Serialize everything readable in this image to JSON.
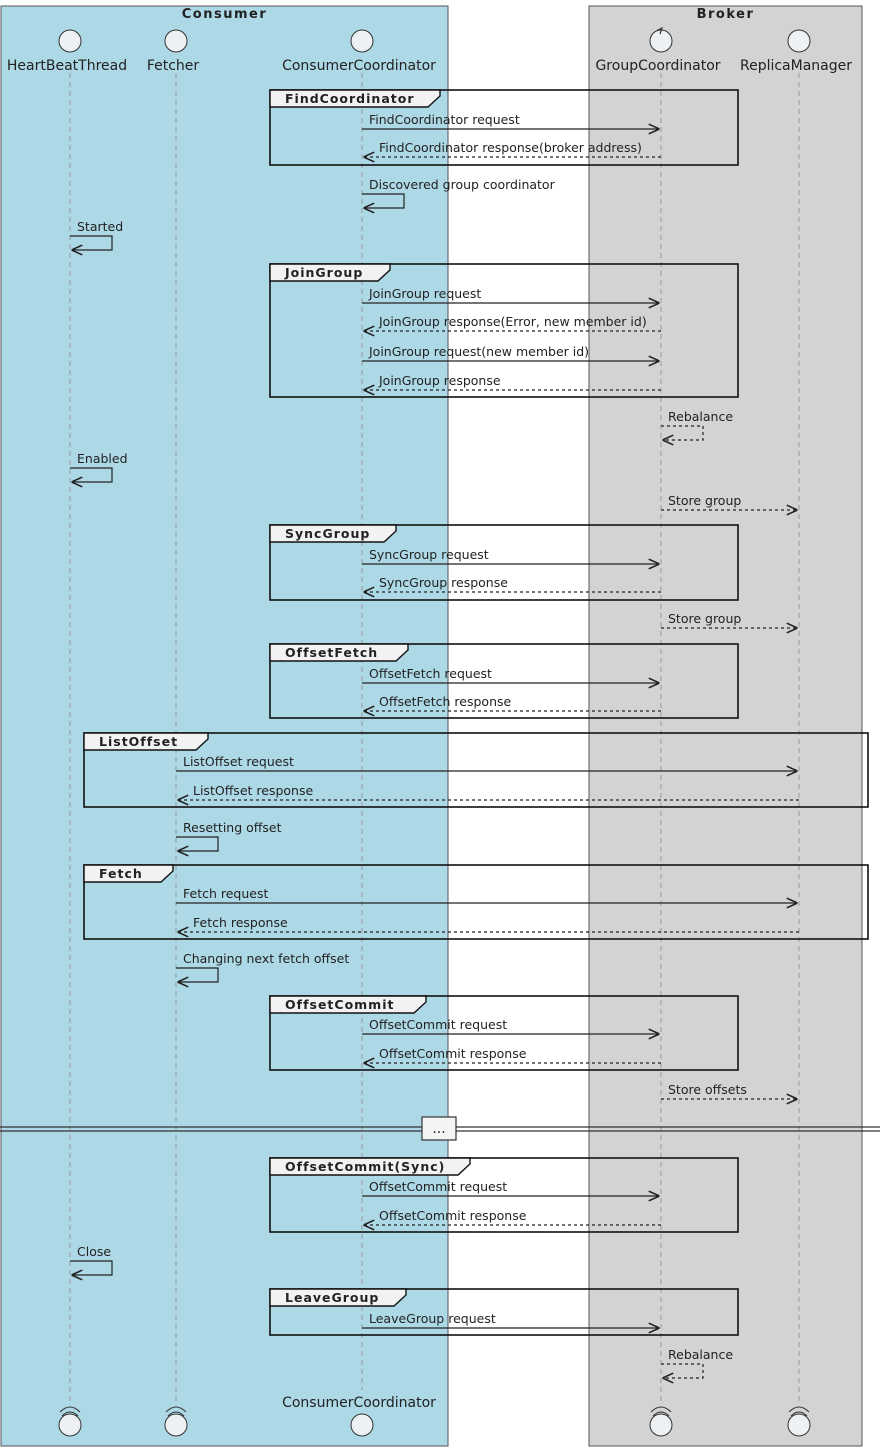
{
  "boxes": [
    {
      "id": "consumer",
      "title": "Consumer",
      "color": "#add8e6"
    },
    {
      "id": "broker",
      "title": "Broker",
      "color": "#d3d3d3"
    }
  ],
  "participants": [
    {
      "id": "hb",
      "label": "HeartBeatThread",
      "show_bottom_label": false
    },
    {
      "id": "fetcher",
      "label": "Fetcher",
      "show_bottom_label": false
    },
    {
      "id": "cc",
      "label": "ConsumerCoordinator",
      "show_bottom_label": true
    },
    {
      "id": "gc",
      "label": "GroupCoordinator",
      "show_bottom_label": false
    },
    {
      "id": "rm",
      "label": "ReplicaManager",
      "show_bottom_label": false
    }
  ],
  "fragments": [
    {
      "label": "FindCoordinator",
      "from": "cc",
      "to": "gc"
    },
    {
      "label": "JoinGroup",
      "from": "cc",
      "to": "gc"
    },
    {
      "label": "SyncGroup",
      "from": "cc",
      "to": "gc"
    },
    {
      "label": "OffsetFetch",
      "from": "cc",
      "to": "gc"
    },
    {
      "label": "ListOffset",
      "from": "fetcher",
      "to": "rm"
    },
    {
      "label": "Fetch",
      "from": "fetcher",
      "to": "rm"
    },
    {
      "label": "OffsetCommit",
      "from": "cc",
      "to": "gc"
    },
    {
      "label": "OffsetCommit(Sync)",
      "from": "cc",
      "to": "gc"
    },
    {
      "label": "LeaveGroup",
      "from": "cc",
      "to": "gc"
    }
  ],
  "messages": [
    {
      "from": "cc",
      "to": "gc",
      "label": "FindCoordinator request",
      "dashed": false
    },
    {
      "from": "gc",
      "to": "cc",
      "label": "FindCoordinator response(broker address)",
      "dashed": true
    },
    {
      "from": "cc",
      "to": "cc",
      "label": "Discovered group coordinator",
      "dashed": false
    },
    {
      "from": "hb",
      "to": "hb",
      "label": "Started",
      "dashed": false
    },
    {
      "from": "cc",
      "to": "gc",
      "label": "JoinGroup request",
      "dashed": false
    },
    {
      "from": "gc",
      "to": "cc",
      "label": "JoinGroup response(Error, new member id)",
      "dashed": true
    },
    {
      "from": "cc",
      "to": "gc",
      "label": "JoinGroup request(new member id)",
      "dashed": false
    },
    {
      "from": "gc",
      "to": "cc",
      "label": "JoinGroup response",
      "dashed": true
    },
    {
      "from": "gc",
      "to": "gc",
      "label": "Rebalance",
      "dashed": true
    },
    {
      "from": "hb",
      "to": "hb",
      "label": "Enabled",
      "dashed": false
    },
    {
      "from": "gc",
      "to": "rm",
      "label": "Store group",
      "dashed": true
    },
    {
      "from": "cc",
      "to": "gc",
      "label": "SyncGroup request",
      "dashed": false
    },
    {
      "from": "gc",
      "to": "cc",
      "label": "SyncGroup response",
      "dashed": true
    },
    {
      "from": "gc",
      "to": "rm",
      "label": "Store group",
      "dashed": true
    },
    {
      "from": "cc",
      "to": "gc",
      "label": "OffsetFetch request",
      "dashed": false
    },
    {
      "from": "gc",
      "to": "cc",
      "label": "OffsetFetch response",
      "dashed": true
    },
    {
      "from": "fetcher",
      "to": "rm",
      "label": "ListOffset request",
      "dashed": false
    },
    {
      "from": "rm",
      "to": "fetcher",
      "label": "ListOffset response",
      "dashed": true
    },
    {
      "from": "fetcher",
      "to": "fetcher",
      "label": "Resetting offset",
      "dashed": false
    },
    {
      "from": "fetcher",
      "to": "rm",
      "label": "Fetch request",
      "dashed": false
    },
    {
      "from": "rm",
      "to": "fetcher",
      "label": "Fetch response",
      "dashed": true
    },
    {
      "from": "fetcher",
      "to": "fetcher",
      "label": "Changing next fetch offset",
      "dashed": false
    },
    {
      "from": "cc",
      "to": "gc",
      "label": "OffsetCommit request",
      "dashed": false
    },
    {
      "from": "gc",
      "to": "cc",
      "label": "OffsetCommit response",
      "dashed": true
    },
    {
      "from": "gc",
      "to": "rm",
      "label": "Store offsets",
      "dashed": true
    },
    {
      "from": "cc",
      "to": "gc",
      "label": "OffsetCommit request",
      "dashed": false
    },
    {
      "from": "gc",
      "to": "cc",
      "label": "OffsetCommit response",
      "dashed": true
    },
    {
      "from": "hb",
      "to": "hb",
      "label": "Close",
      "dashed": false
    },
    {
      "from": "cc",
      "to": "gc",
      "label": "LeaveGroup request",
      "dashed": false
    },
    {
      "from": "gc",
      "to": "gc",
      "label": "Rebalance",
      "dashed": true
    }
  ],
  "divider": {
    "label": "..."
  }
}
